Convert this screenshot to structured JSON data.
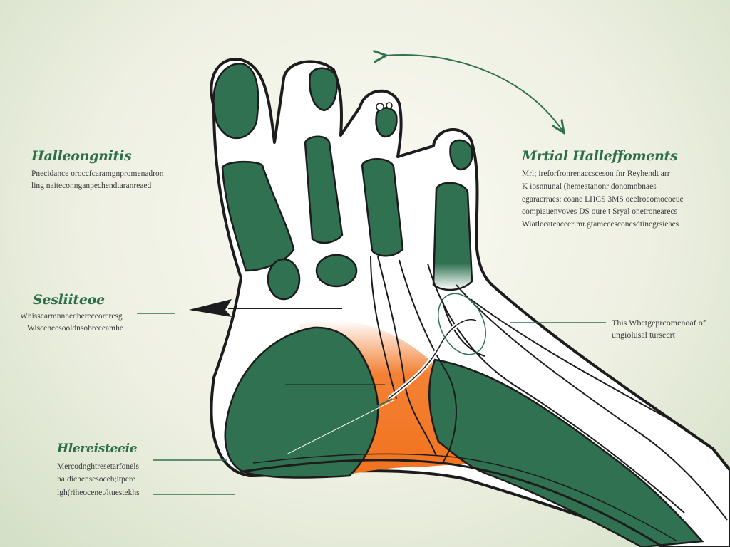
{
  "colors": {
    "green": "#2f7150",
    "orange": "#f2731e",
    "outline": "#1c1c1c",
    "bone": "#ffffff",
    "title": "#2d6e49"
  },
  "labels": {
    "upper_left": {
      "title": "Halleongnitis",
      "lines": [
        "Pnecidance oroccfcaramgnpromenadron",
        "ling naiteconnganpechendtaranreaed"
      ]
    },
    "upper_right": {
      "title": "Mrtial Halleffoments",
      "lines": [
        "Mrl; ireforfronrenaccsceson fnr Reyhendt arr",
        "K iosnnunal (hemeatanonr donomnbnaes",
        "egaracrraes: coane LHCS 3MS oeelrocomocoeue",
        "compiauenvoves DS oure t Sryal onetronearecs",
        "Wiatlecateaceerimr.gtamecesconcsdtinegrsieaes"
      ]
    },
    "middle_left": {
      "title": "Sesliiteoe",
      "lines": [
        "Whissearmnnnedbereceoreresg",
        "Wisceheesooldnsobreeeamhe"
      ]
    },
    "middle_right": {
      "lines": [
        "This Wbetgeprcomenoaf of",
        "ungiolusal tursecrt"
      ]
    },
    "lower_left": {
      "title": "Hlereisteeie",
      "lines": [
        "Mercodnghtresetarfonels",
        "haldichensesoceh;itpere",
        "lgh(riheocenet/ltuestekhs"
      ]
    }
  }
}
